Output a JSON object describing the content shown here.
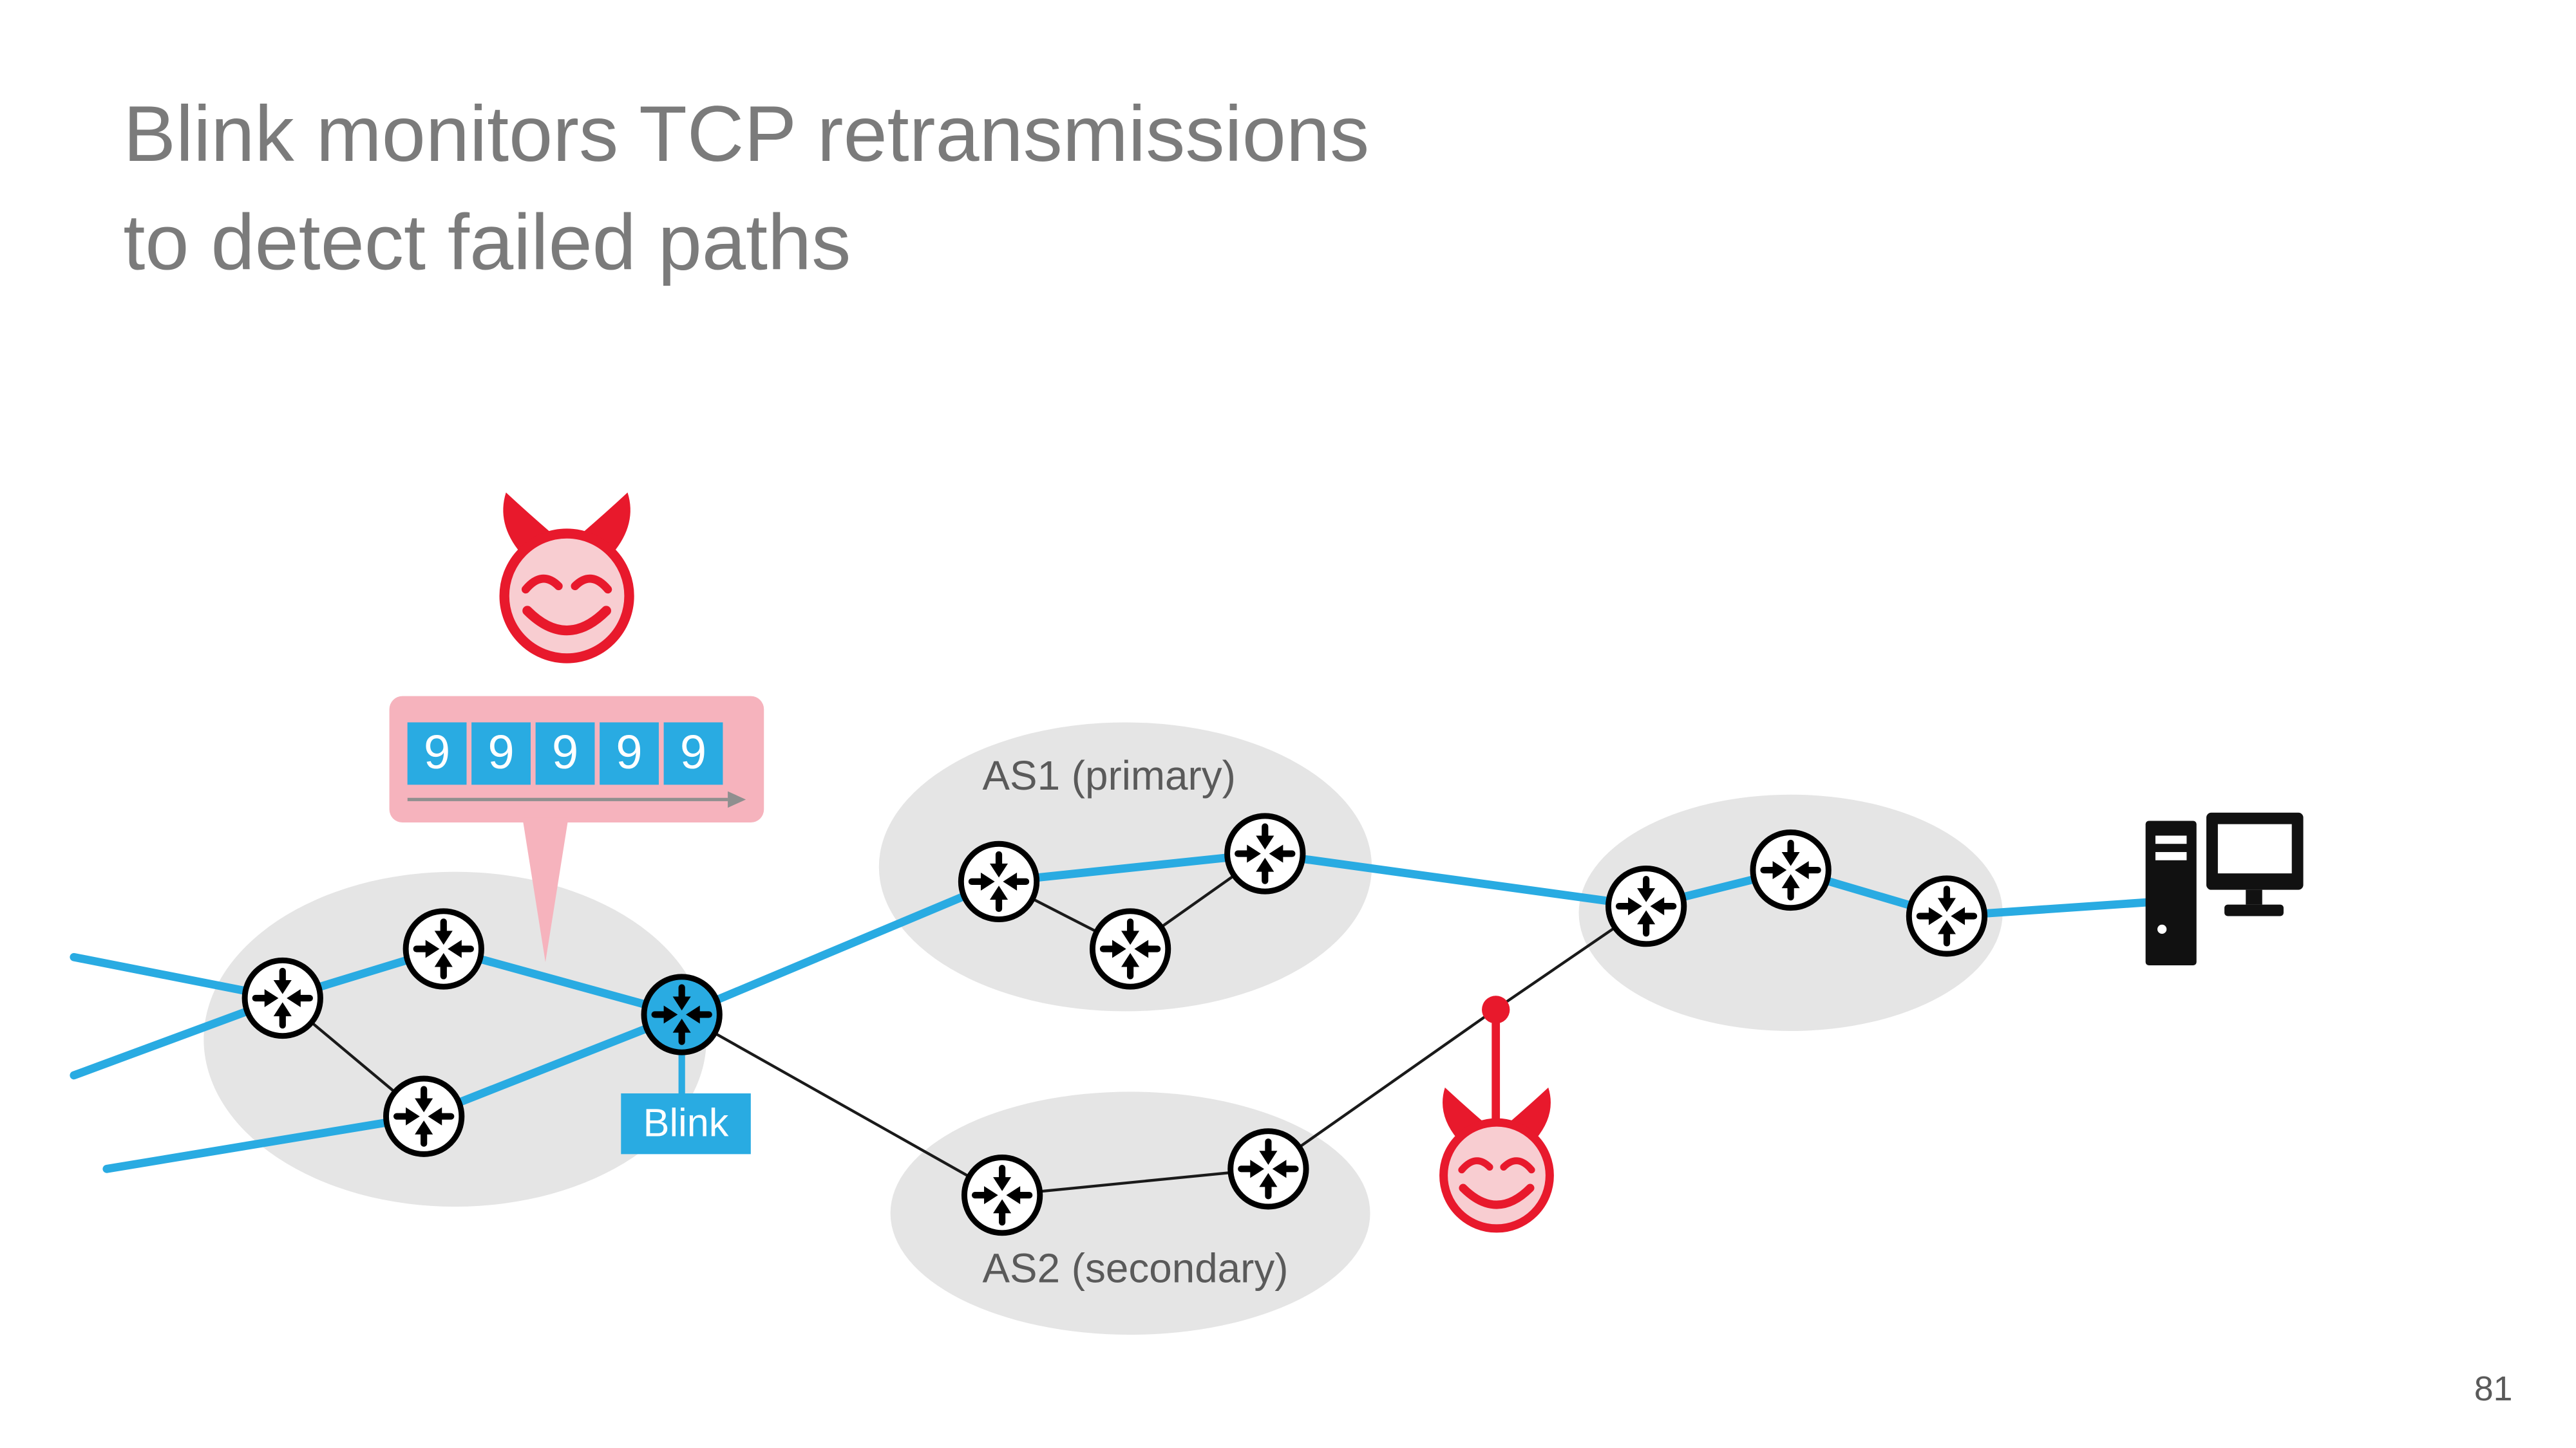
{
  "slide": {
    "title_lines": [
      "Blink monitors TCP retransmissions",
      "to detect failed paths"
    ],
    "page_number": "81"
  },
  "retransmission_box": {
    "digits": [
      "9",
      "9",
      "9",
      "9",
      "9"
    ]
  },
  "network": {
    "as1_label": "AS1 (primary)",
    "as2_label": "AS2 (secondary)",
    "blink_label": "Blink"
  },
  "icons": {
    "router": "circle-with-converging-arrows",
    "attacker": "devil-face",
    "destination": "desktop-computer",
    "failure_marker": "red-pin-dot"
  },
  "colors": {
    "accent_blue": "#29abe2",
    "alert_red": "#e8192c",
    "callout_pink": "#f6b3bd",
    "cloud_gray": "#e5e5e5",
    "title_gray": "#7b7b7b"
  }
}
